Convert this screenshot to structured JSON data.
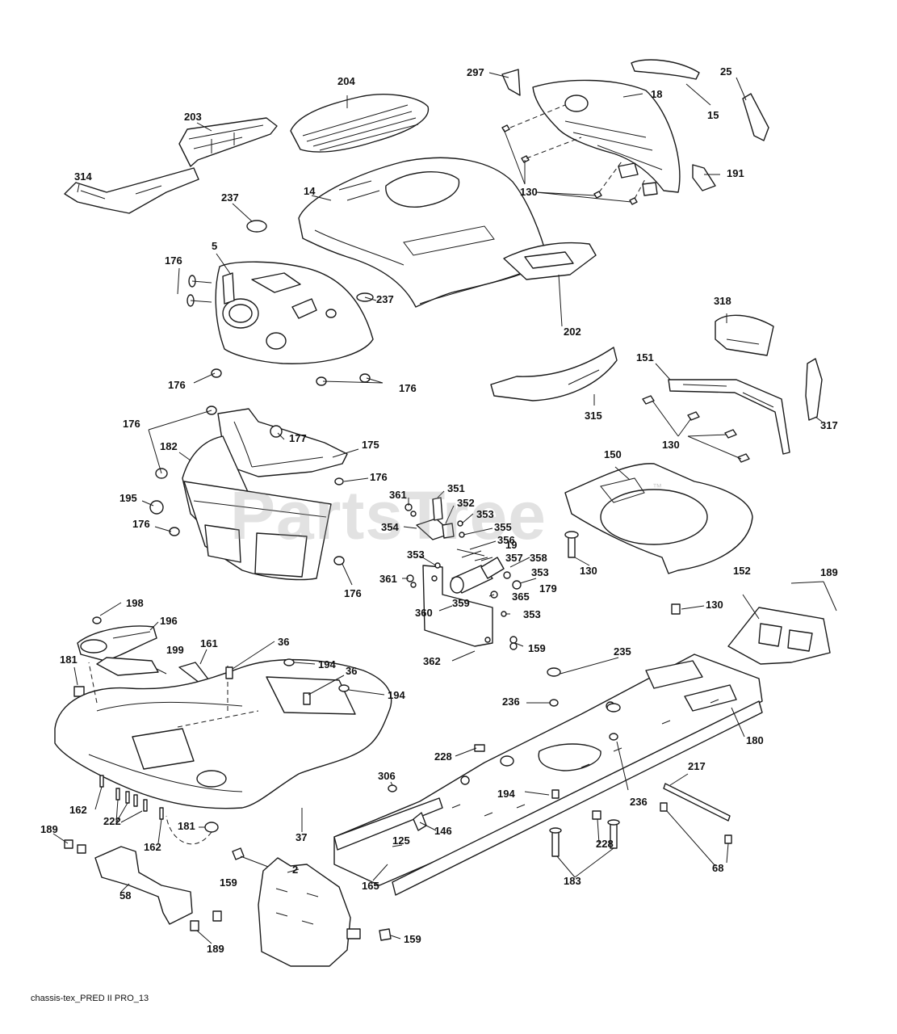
{
  "watermark": "PartsTree",
  "watermark_tm": "™",
  "caption": "chassis-tex_PRED II PRO_13",
  "callouts": {
    "c297": "297",
    "c18": "18",
    "c25": "25",
    "c15": "15",
    "c191": "191",
    "c130a": "130",
    "c204": "204",
    "c203": "203",
    "c314": "314",
    "c237a": "237",
    "c14": "14",
    "c237b": "237",
    "c176a": "176",
    "c5": "5",
    "c176b": "176",
    "c176c": "176",
    "c318": "318",
    "c202": "202",
    "c315": "315",
    "c151": "151",
    "c130b": "130",
    "c317": "317",
    "c176d": "176",
    "c182": "182",
    "c177": "177",
    "c175": "175",
    "c176e": "176",
    "c195": "195",
    "c176f": "176",
    "c176g": "176",
    "c150": "150",
    "c130c": "130",
    "c152": "152",
    "c189a": "189",
    "c130d": "130",
    "c361a": "361",
    "c351": "351",
    "c352": "352",
    "c353a": "353",
    "c354": "354",
    "c355": "355",
    "c356": "356",
    "c19": "19",
    "c353b": "353",
    "c357": "357",
    "c358": "358",
    "c353c": "353",
    "c361b": "361",
    "c359": "359",
    "c179": "179",
    "c365": "365",
    "c360": "360",
    "c353d": "353",
    "c159a": "159",
    "c362": "362",
    "c198": "198",
    "c196": "196",
    "c199": "199",
    "c161": "161",
    "c36a": "36",
    "c194a": "194",
    "c36b": "36",
    "c194b": "194",
    "c181a": "181",
    "c235": "235",
    "c236a": "236",
    "c180": "180",
    "c228a": "228",
    "c217": "217",
    "c306": "306",
    "c194c": "194",
    "c236b": "236",
    "c162a": "162",
    "c222": "222",
    "c146": "146",
    "c162b": "162",
    "c181b": "181",
    "c37": "37",
    "c125": "125",
    "c228b": "228",
    "c68": "68",
    "c189b": "189",
    "c58": "58",
    "c159b": "159",
    "c2": "2",
    "c165": "165",
    "c183": "183",
    "c189c": "189",
    "c159c": "159"
  }
}
